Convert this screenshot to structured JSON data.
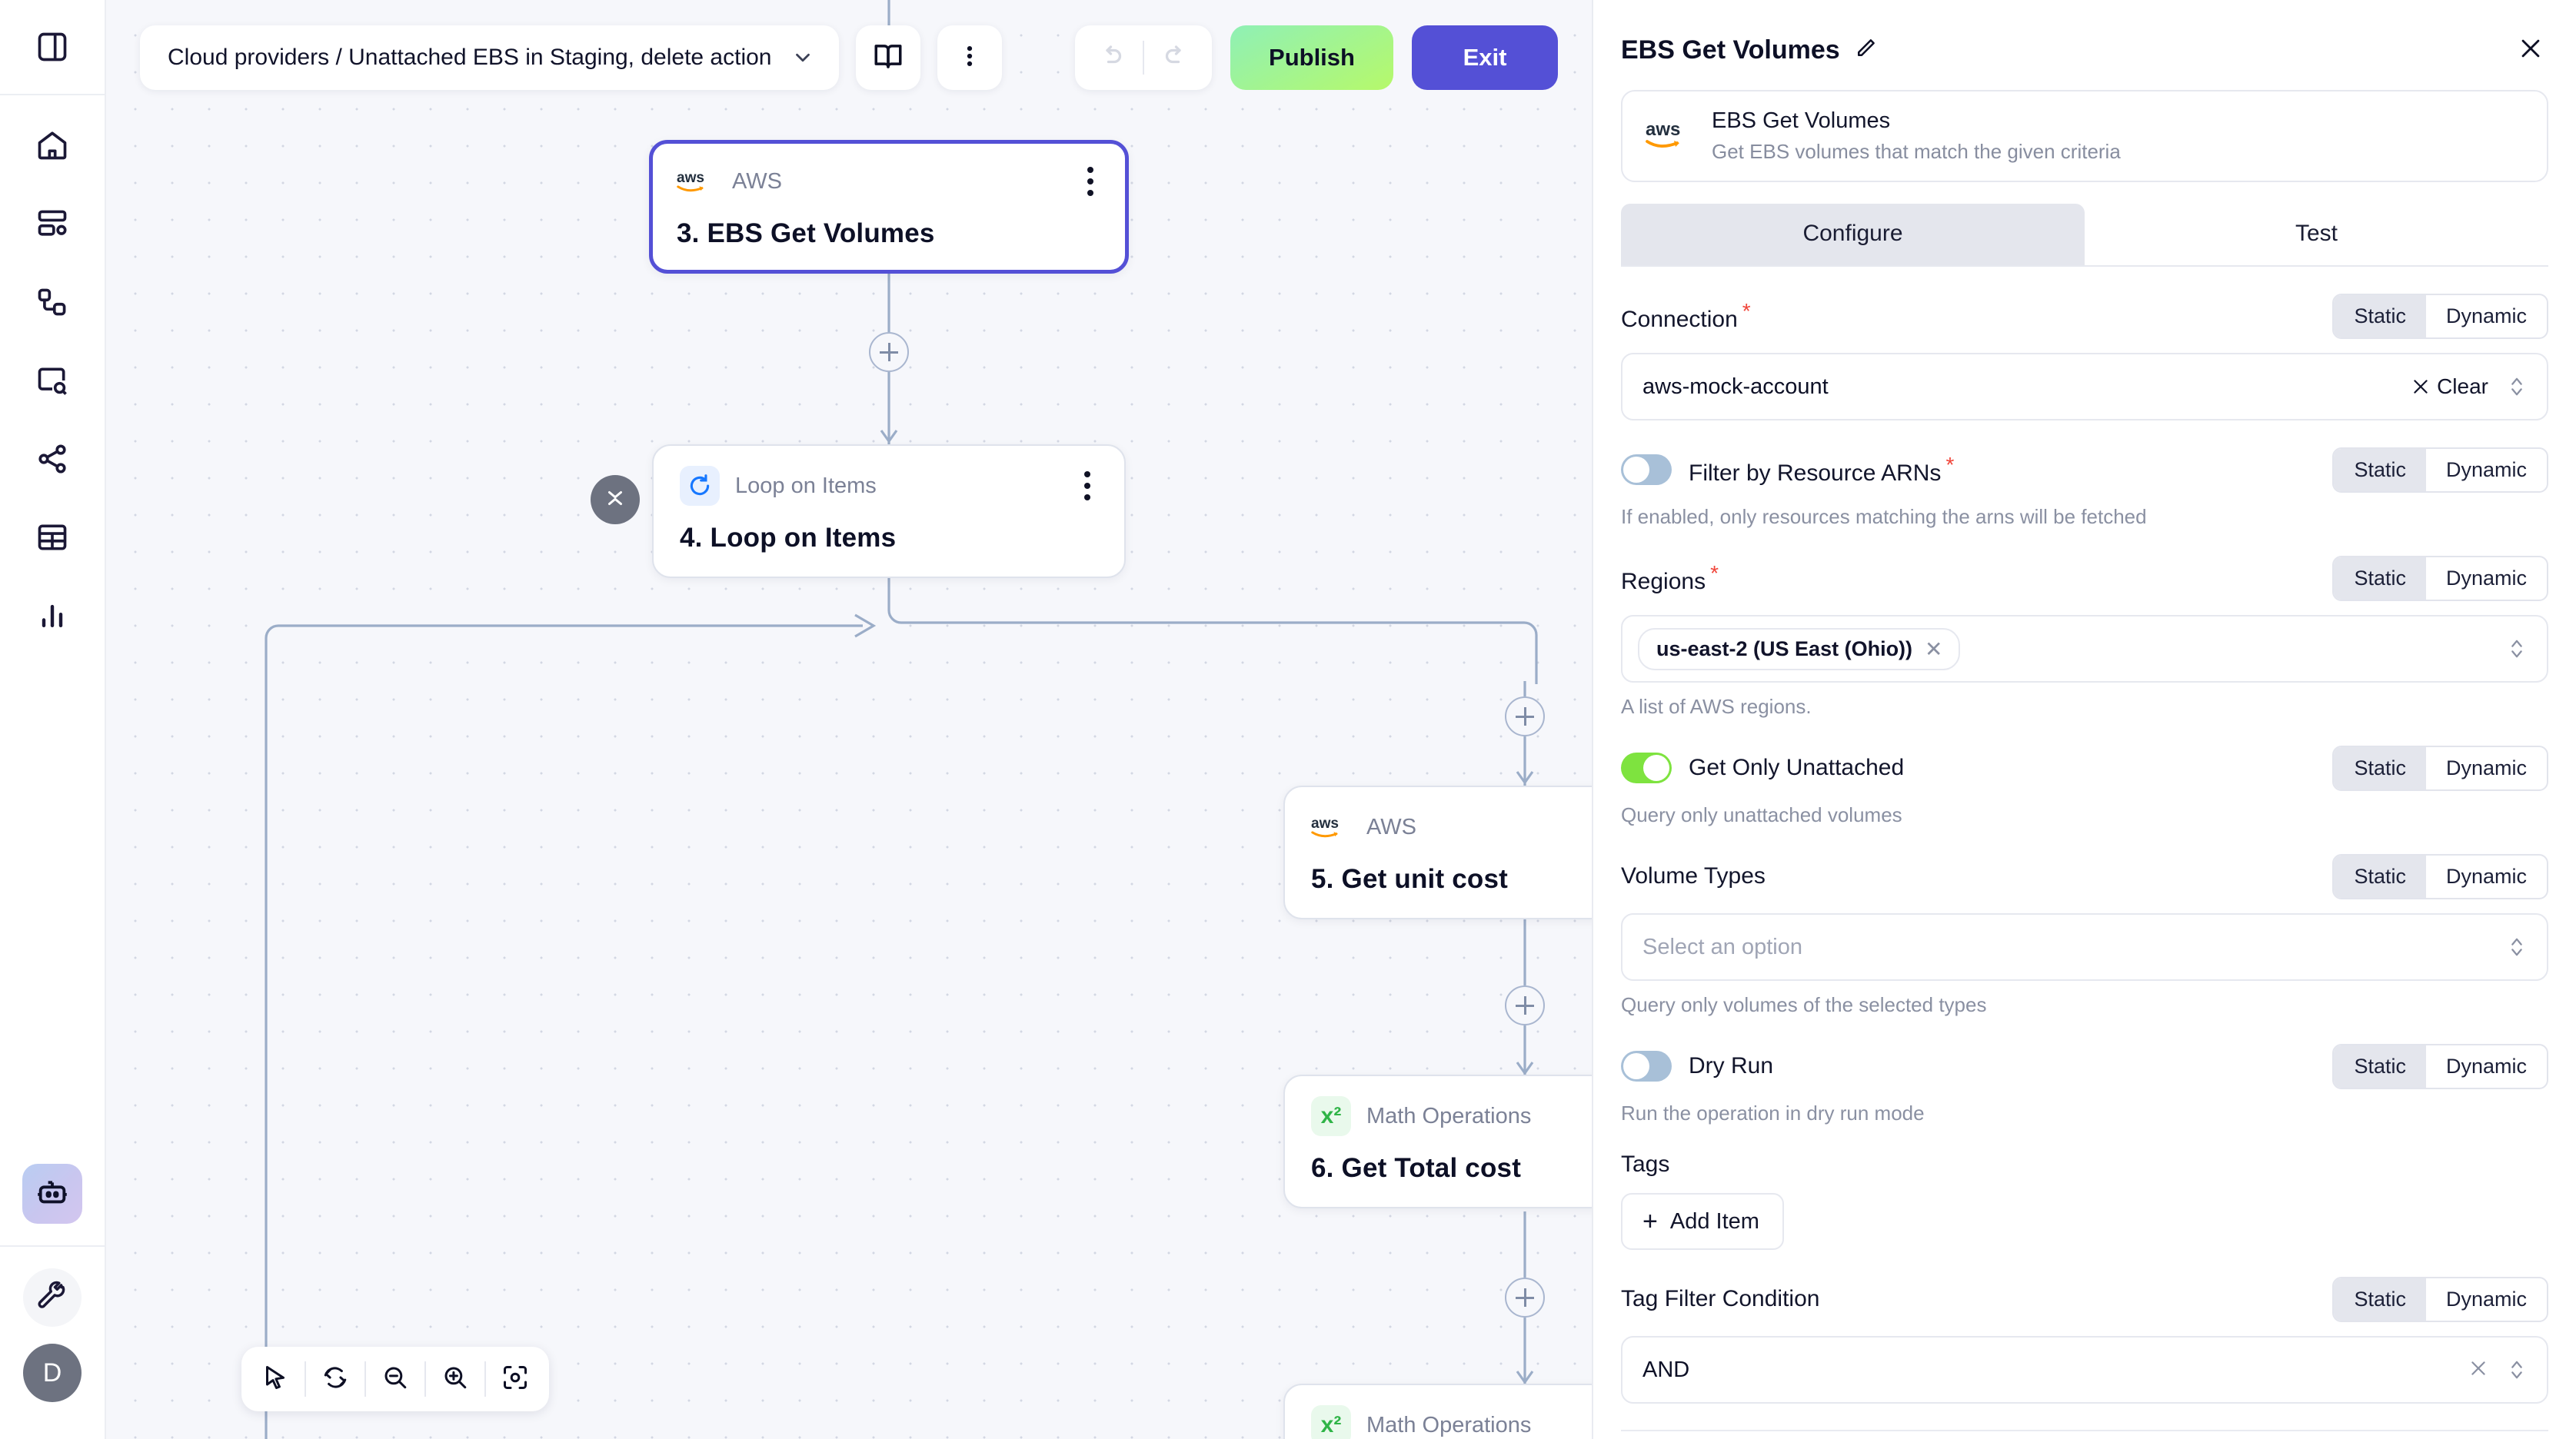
{
  "sidebar": {
    "toggle_icon": "panel-toggle-icon",
    "items": [
      {
        "name": "home",
        "icon": "home-icon"
      },
      {
        "name": "dashboards",
        "icon": "layout-settings-icon"
      },
      {
        "name": "workflows",
        "icon": "flow-nodes-icon"
      },
      {
        "name": "search",
        "icon": "window-search-icon"
      },
      {
        "name": "share",
        "icon": "share-nodes-icon"
      },
      {
        "name": "tables",
        "icon": "table-grid-icon"
      },
      {
        "name": "analytics",
        "icon": "bar-chart-icon"
      }
    ],
    "agent": {
      "name": "ai-agent",
      "icon": "robot-icon"
    },
    "tools": {
      "name": "settings",
      "icon": "wrench-icon"
    },
    "avatar": {
      "initial": "D"
    }
  },
  "toolbar": {
    "workflow_name": "Cloud providers / Unattached EBS in Staging, delete action",
    "workflow_chevron": "chevron-down-icon",
    "docs_icon": "book-icon",
    "more_icon": "kebab-menu-icon",
    "undo_icon": "undo-icon",
    "redo_icon": "redo-icon",
    "publish_label": "Publish",
    "exit_label": "Exit",
    "publish_color": "#b6f96a",
    "exit_color": "#5450d6"
  },
  "canvas": {
    "nodes": [
      {
        "kind": "AWS",
        "icon": "aws-icon",
        "title": "3. EBS Get Volumes",
        "selected": true
      },
      {
        "kind": "Loop on Items",
        "icon": "loop-icon",
        "title": "4. Loop on Items",
        "selected": false
      },
      {
        "kind": "AWS",
        "icon": "aws-icon",
        "title": "5. Get unit cost",
        "selected": false
      },
      {
        "kind": "Math Operations",
        "icon": "x-squared-icon",
        "title": "6. Get Total cost",
        "selected": false
      },
      {
        "kind": "Math Operations",
        "icon": "x-squared-icon",
        "title": "",
        "selected": false
      }
    ],
    "collapse_icon": "collapse-chevrons-icon",
    "add_node_icon": "plus-icon",
    "bottom_toolbar": [
      {
        "name": "pointer-tool",
        "icon": "cursor-arrow-icon"
      },
      {
        "name": "reset-layout",
        "icon": "refresh-icon"
      },
      {
        "name": "zoom-out",
        "icon": "zoom-out-icon"
      },
      {
        "name": "zoom-in",
        "icon": "zoom-in-icon"
      },
      {
        "name": "fit-view",
        "icon": "fit-screen-icon"
      }
    ]
  },
  "panel": {
    "title": "EBS Get Volumes",
    "edit_icon": "pencil-icon",
    "close_icon": "close-icon",
    "operation": {
      "provider_icon": "aws-icon",
      "name": "EBS Get Volumes",
      "description": "Get EBS volumes that match the given criteria"
    },
    "tabs": [
      {
        "label": "Configure",
        "active": true
      },
      {
        "label": "Test",
        "active": false
      }
    ],
    "segment": {
      "static": "Static",
      "dynamic": "Dynamic"
    },
    "fields": [
      {
        "type": "select",
        "label": "Connection",
        "required": true,
        "mode": "Static",
        "value": "aws-mock-account",
        "clear_label": "Clear",
        "helper": ""
      },
      {
        "type": "toggle",
        "label": "Filter by Resource ARNs",
        "required": true,
        "mode": "Static",
        "state": "off",
        "helper": "If enabled, only resources matching the arns will be fetched"
      },
      {
        "type": "multiselect",
        "label": "Regions",
        "required": true,
        "mode": "Static",
        "chips": [
          "us-east-2 (US East (Ohio))"
        ],
        "helper": "A list of AWS regions."
      },
      {
        "type": "toggle",
        "label": "Get Only Unattached",
        "required": false,
        "mode": "Static",
        "state": "on",
        "helper": "Query only unattached volumes"
      },
      {
        "type": "select",
        "label": "Volume Types",
        "required": false,
        "mode": "Static",
        "value": "",
        "placeholder": "Select an option",
        "helper": "Query only volumes of the selected types"
      },
      {
        "type": "toggle",
        "label": "Dry Run",
        "required": false,
        "mode": "Static",
        "state": "off",
        "helper": "Run the operation in dry run mode"
      },
      {
        "type": "list",
        "label": "Tags",
        "required": false,
        "add_label": "Add Item",
        "helper": ""
      },
      {
        "type": "select",
        "label": "Tag Filter Condition",
        "required": false,
        "mode": "Static",
        "value": "AND",
        "helper": ""
      }
    ]
  }
}
